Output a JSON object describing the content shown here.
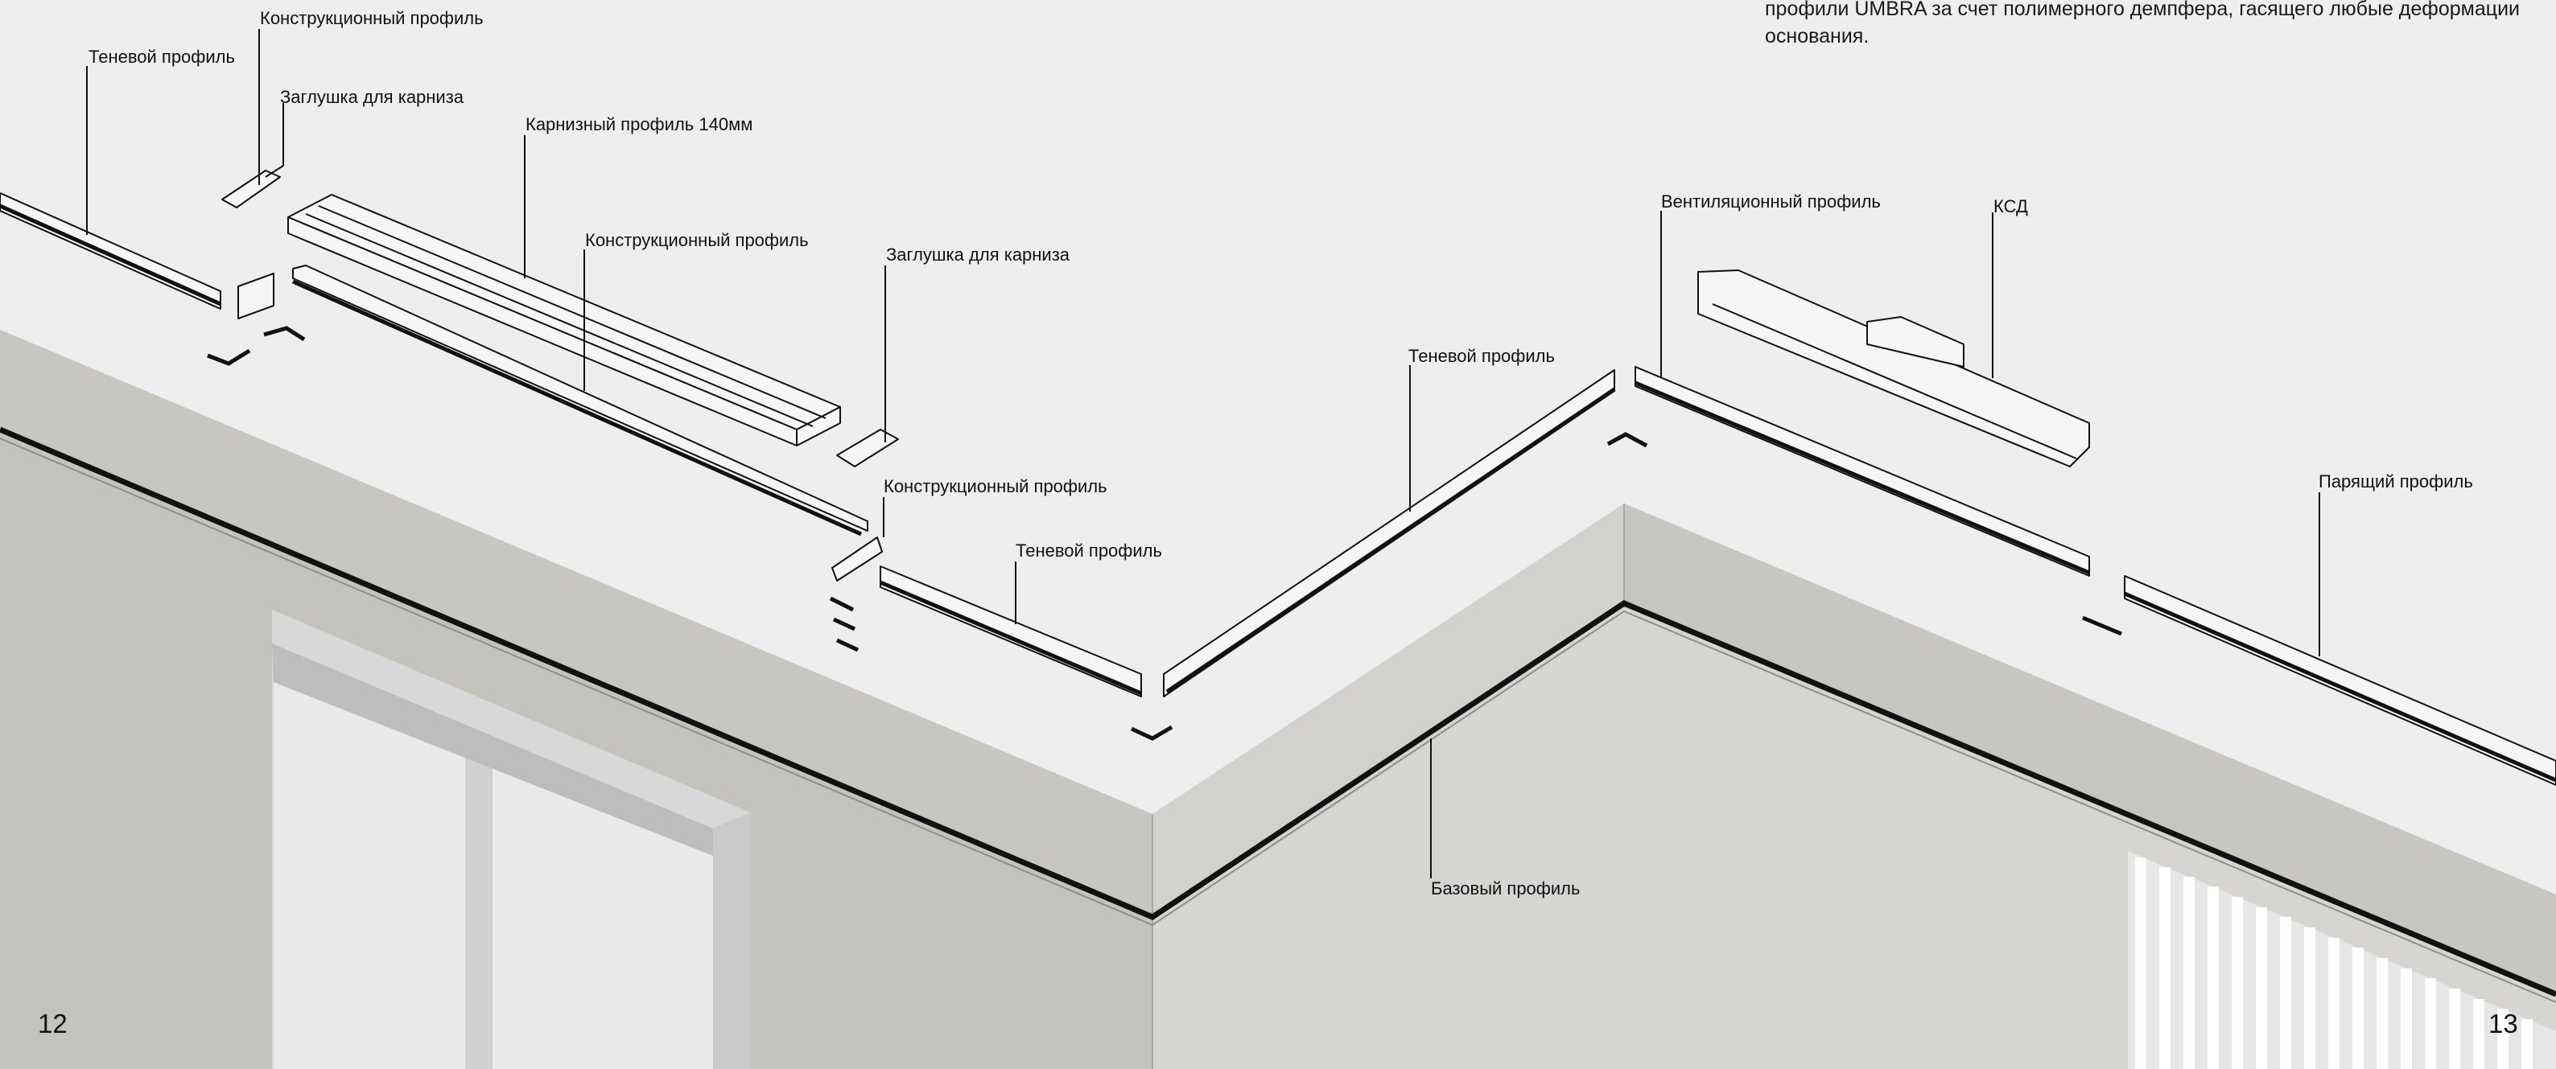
{
  "intro_text": {
    "line1": "профили UMBRA за счет полимерного демпфера, гасящего любые деформации",
    "line2": "основания."
  },
  "labels": {
    "shadow_profile_1": "Теневой профиль",
    "construction_profile_1": "Конструкционный профиль",
    "cornice_plug_1": "Заглушка для карниза",
    "cornice_profile_140": "Карнизный профиль 140мм",
    "construction_profile_2": "Конструкционный профиль",
    "cornice_plug_2": "Заглушка для карниза",
    "construction_profile_3": "Конструкционный профиль",
    "shadow_profile_2": "Теневой профиль",
    "shadow_profile_3": "Теневой профиль",
    "ventilation_profile": "Вентиляционный профиль",
    "ksd": "КСД",
    "floating_profile": "Парящий профиль",
    "base_profile": "Базовый профиль"
  },
  "page_numbers": {
    "left": "12",
    "right": "13"
  },
  "colors": {
    "background": "#eeeeee",
    "ceiling": "#ececec",
    "wall_left": "#c4c3be",
    "wall_right": "#d6d5d1",
    "window_frame": "#d8d8d8",
    "profile_line": "#111111"
  }
}
